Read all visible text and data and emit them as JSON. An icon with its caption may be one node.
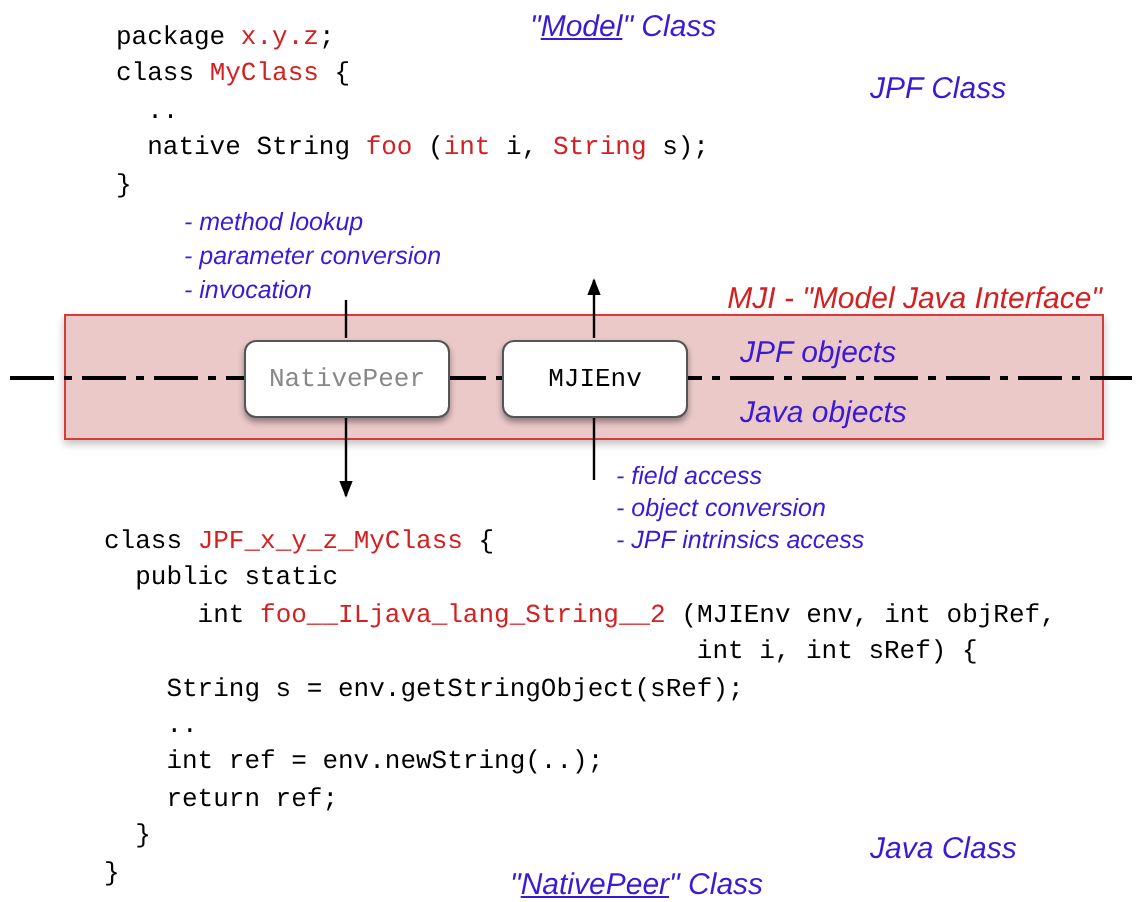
{
  "diagram": {
    "nodes": [
      {
        "text": [
          "package *x.y.z*;",
          "class *MyClass* {",
          "..",
          "native String *foo* (*int* i, *String* s);",
          "}"
        ]
      },
      {
        "text": [
          "MJI - \"Model Java Interface\"",
          "JPF objects",
          "Java objects"
        ]
      },
      {
        "text": [
          "NativePeer"
        ],
        "in": 1
      },
      {
        "text": [
          "MJIEnv"
        ],
        "in": 1
      },
      {
        "text": [
          "class *JPF_x_y_z_MyClass* {",
          "public static",
          "int *foo__ILjava_lang_String__2* (MJIEnv env, int objRef,",
          "int i, int sRef) {",
          "String s = env.getStringObject(sRef);",
          "..",
          "int ref = env.newString(..);",
          "return ref;",
          "}",
          "}"
        ]
      }
    ],
    "edges": [
      {
        "from": null,
        "to": 2,
        "arrow": "none"
      },
      {
        "from": 2,
        "to": 4,
        "arrow": "to"
      },
      {
        "from": 3,
        "to": null,
        "arrow": "to"
      },
      {
        "from": null,
        "to": 3,
        "arrow": "none"
      }
    ],
    "labels": [
      "\"*Model*\" Class",
      "JPF Class",
      "- method lookup",
      "- parameter conversion",
      "- invocation",
      "- field access",
      "- object conversion",
      "- JPF intrinsics access",
      "Java Class",
      "\"*NativePeer*\" Class"
    ]
  }
}
